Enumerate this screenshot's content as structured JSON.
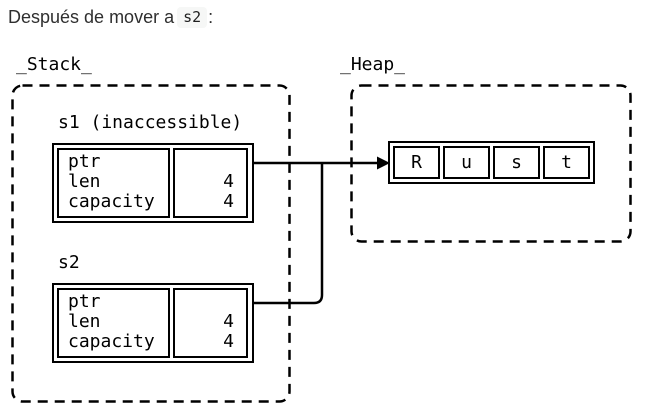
{
  "title": {
    "text_before_code": "Después de mover a",
    "code": "s2",
    "text_after_code": ":"
  },
  "stack": {
    "label": "_Stack_",
    "frames": [
      {
        "name": "s1 (inaccessible)",
        "rows": [
          {
            "field": "ptr",
            "value": ""
          },
          {
            "field": "len",
            "value": "4"
          },
          {
            "field": "capacity",
            "value": "4"
          }
        ]
      },
      {
        "name": "s2",
        "rows": [
          {
            "field": "ptr",
            "value": ""
          },
          {
            "field": "len",
            "value": "4"
          },
          {
            "field": "capacity",
            "value": "4"
          }
        ]
      }
    ]
  },
  "heap": {
    "label": "_Heap_",
    "cells": [
      "R",
      "u",
      "s",
      "t"
    ]
  },
  "colors": {
    "stroke": "#000000",
    "title_text": "#2f2f2f",
    "code_background": "#f6f7f6",
    "canvas_background": "#ffffff"
  }
}
